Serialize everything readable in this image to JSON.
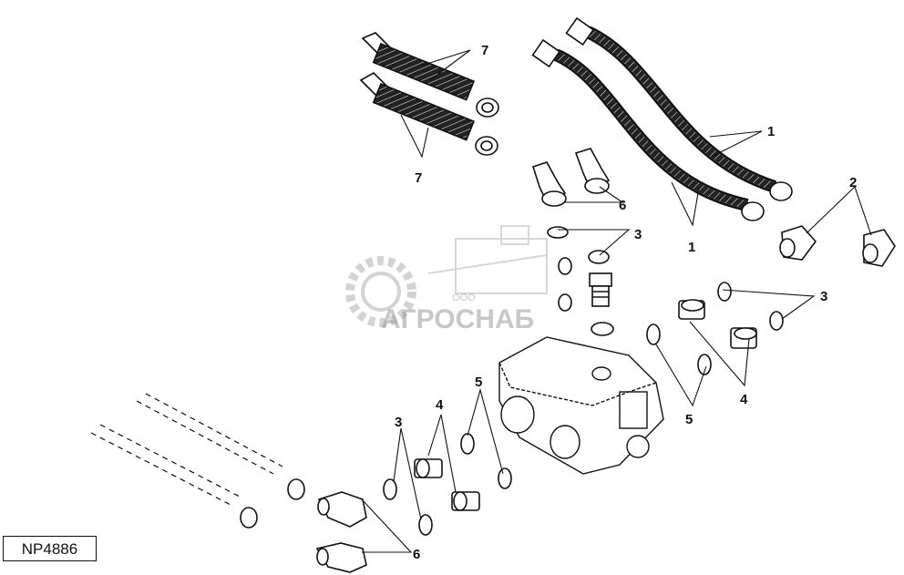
{
  "figure_ref": "NP4886",
  "watermark": {
    "brand": "АГРОСНАБ",
    "prefix": "ООО"
  },
  "callouts": [
    {
      "id": "c1a",
      "label": "1"
    },
    {
      "id": "c1b",
      "label": "1"
    },
    {
      "id": "c2",
      "label": "2"
    },
    {
      "id": "c3a",
      "label": "3"
    },
    {
      "id": "c3b",
      "label": "3"
    },
    {
      "id": "c3c",
      "label": "3"
    },
    {
      "id": "c4a",
      "label": "4"
    },
    {
      "id": "c4b",
      "label": "4"
    },
    {
      "id": "c5a",
      "label": "5"
    },
    {
      "id": "c5b",
      "label": "5"
    },
    {
      "id": "c6a",
      "label": "6"
    },
    {
      "id": "c6b",
      "label": "6"
    },
    {
      "id": "c7a",
      "label": "7"
    },
    {
      "id": "c7b",
      "label": "7"
    }
  ]
}
